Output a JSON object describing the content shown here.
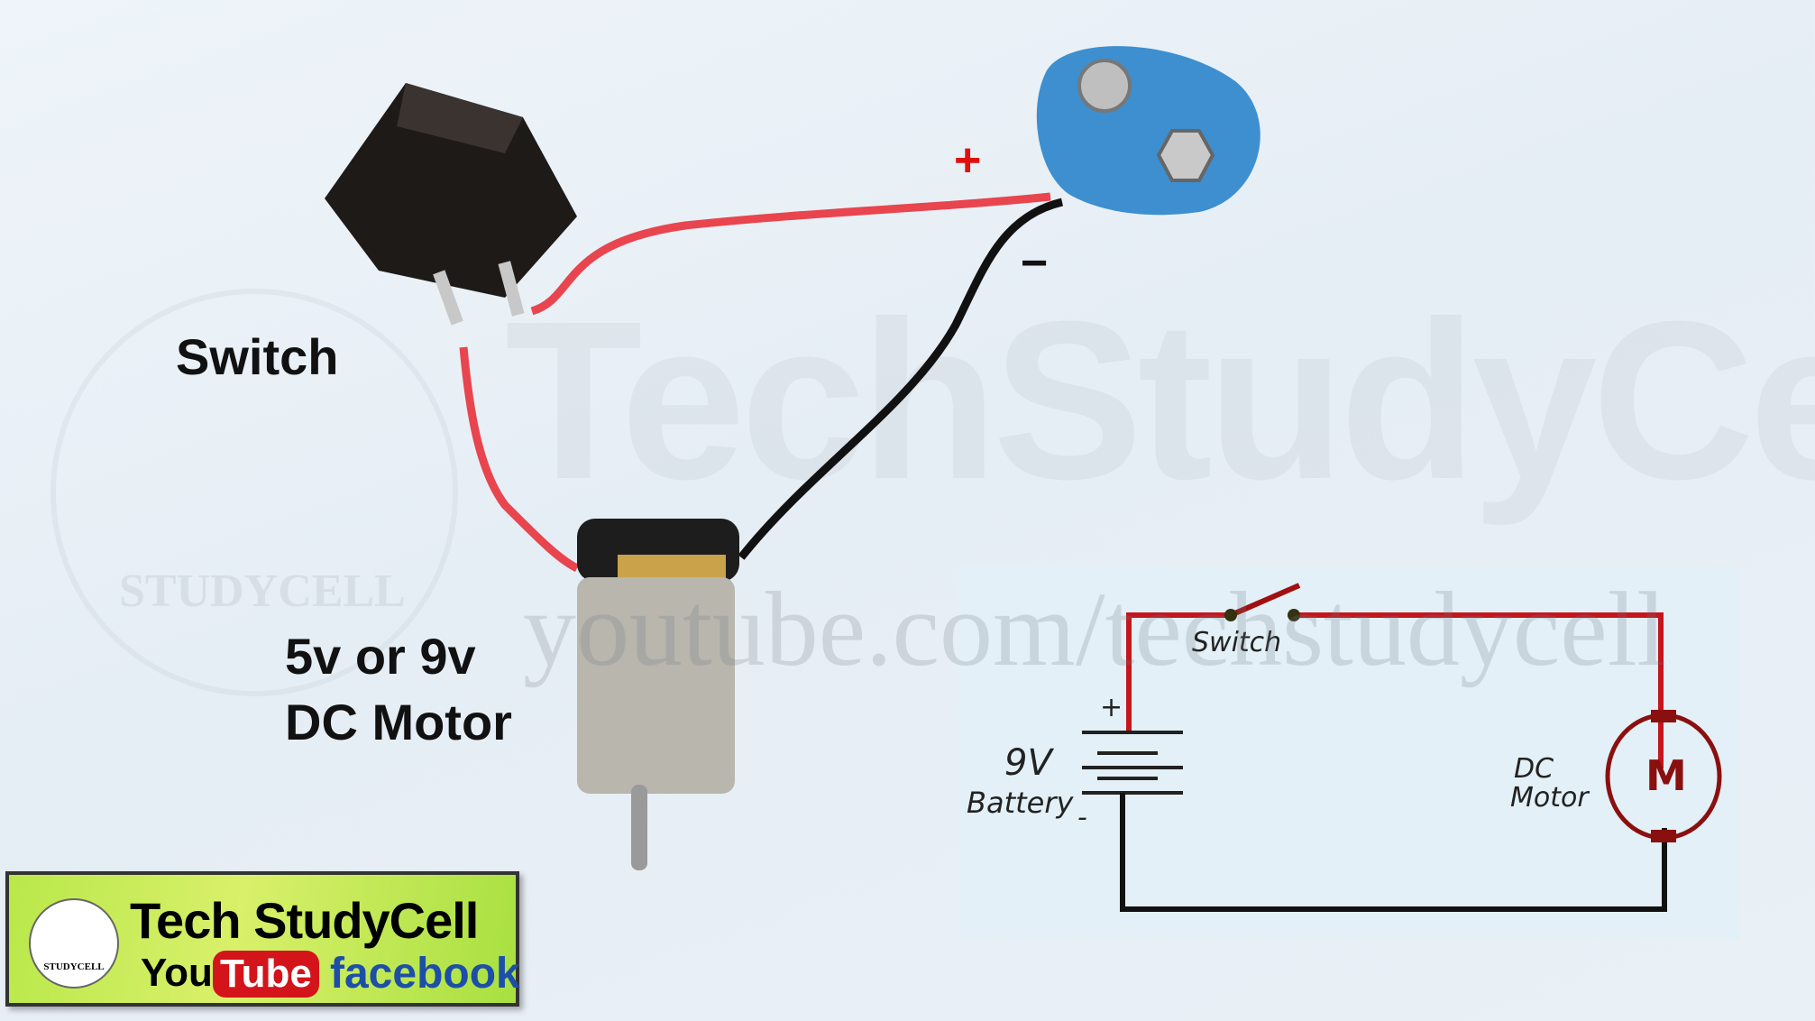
{
  "watermark": {
    "brand": "TechStudyCell",
    "url": "youtube.com/techstudycell",
    "logo_text": "STUDYCELL"
  },
  "labels": {
    "switch": "Switch",
    "motor_line1": "5v or 9v",
    "motor_line2": "DC Motor",
    "plus": "+",
    "minus": "−"
  },
  "colors": {
    "red_wire": "#e8454f",
    "black_wire": "#111111",
    "clip_blue": "#3d8fd0",
    "plus_sign": "#e01010"
  },
  "circuit": {
    "switch": "Switch",
    "voltage": "9V",
    "battery": "Battery",
    "plus": "+",
    "minus": "-",
    "motor_line1": "DC",
    "motor_line2": "Motor",
    "motor_symbol": "M"
  },
  "banner": {
    "title": "Tech StudyCell",
    "logo_text": "STUDYCELL",
    "youtube_you": "You",
    "youtube_tube": "Tube",
    "facebook": "facebook"
  }
}
